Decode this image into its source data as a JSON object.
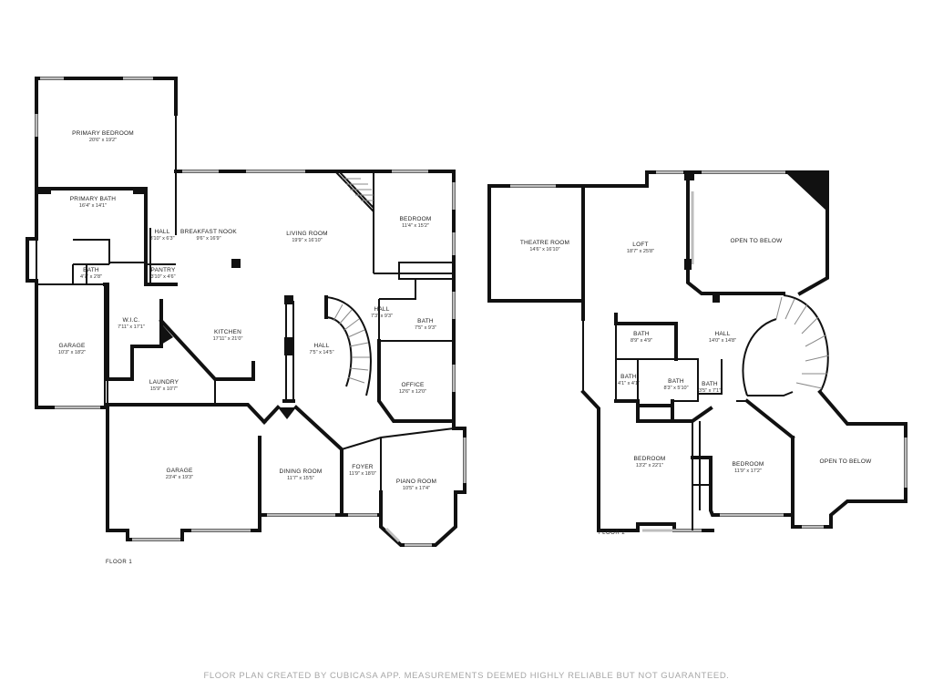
{
  "floors": [
    {
      "label": "FLOOR 1"
    },
    {
      "label": "FLOOR 2"
    }
  ],
  "rooms": [
    {
      "id": "primary-bedroom",
      "name": "PRIMARY BEDROOM",
      "dim": "20'6\" x 19'2\""
    },
    {
      "id": "primary-bath",
      "name": "PRIMARY BATH",
      "dim": "16'4\" x 14'1\""
    },
    {
      "id": "hall-1",
      "name": "HALL",
      "dim": "3'10\" x 6'3\""
    },
    {
      "id": "breakfast-nook",
      "name": "BREAKFAST NOOK",
      "dim": "9'6\" x 16'9\""
    },
    {
      "id": "living-room",
      "name": "LIVING ROOM",
      "dim": "19'9\" x 16'10\""
    },
    {
      "id": "bedroom-1",
      "name": "BEDROOM",
      "dim": "11'4\" x 15'2\""
    },
    {
      "id": "bath-1",
      "name": "BATH",
      "dim": "4'7\" x 2'8\""
    },
    {
      "id": "pantry",
      "name": "PANTRY",
      "dim": "3'10\" x 4'6\""
    },
    {
      "id": "wic",
      "name": "W.I.C.",
      "dim": "7'11\" x 17'1\""
    },
    {
      "id": "garage-1",
      "name": "GARAGE",
      "dim": "10'3\" x 18'2\""
    },
    {
      "id": "kitchen",
      "name": "KITCHEN",
      "dim": "17'11\" x 21'0\""
    },
    {
      "id": "hall-2",
      "name": "HALL",
      "dim": "7'3\" x 9'3\""
    },
    {
      "id": "bath-2",
      "name": "BATH",
      "dim": "7'5\" x 9'3\""
    },
    {
      "id": "hall-3",
      "name": "HALL",
      "dim": "7'5\" x 14'5\""
    },
    {
      "id": "laundry",
      "name": "LAUNDRY",
      "dim": "15'9\" x 10'7\""
    },
    {
      "id": "office",
      "name": "OFFICE",
      "dim": "12'6\" x 12'0\""
    },
    {
      "id": "garage-2",
      "name": "GARAGE",
      "dim": "23'4\" x 19'3\""
    },
    {
      "id": "dining-room",
      "name": "DINING ROOM",
      "dim": "11'7\" x 15'5\""
    },
    {
      "id": "foyer",
      "name": "FOYER",
      "dim": "11'9\" x 18'0\""
    },
    {
      "id": "piano-room",
      "name": "PIANO ROOM",
      "dim": "10'5\" x 17'4\""
    },
    {
      "id": "theatre-room",
      "name": "THEATRE ROOM",
      "dim": "14'6\" x 16'10\""
    },
    {
      "id": "loft",
      "name": "LOFT",
      "dim": "18'7\" x 25'8\""
    },
    {
      "id": "open-to-below-1",
      "name": "OPEN TO BELOW",
      "dim": ""
    },
    {
      "id": "bath-3",
      "name": "BATH",
      "dim": "8'9\" x 4'9\""
    },
    {
      "id": "hall-4",
      "name": "HALL",
      "dim": "14'0\" x 14'8\""
    },
    {
      "id": "bath-4",
      "name": "BATH",
      "dim": "4'1\" x 4'1\""
    },
    {
      "id": "bath-5",
      "name": "BATH",
      "dim": "8'3\" x 5'10\""
    },
    {
      "id": "bath-6",
      "name": "BATH",
      "dim": "3'5\" x 7'1\""
    },
    {
      "id": "bedroom-2",
      "name": "BEDROOM",
      "dim": "13'2\" x 22'1\""
    },
    {
      "id": "bedroom-3",
      "name": "BEDROOM",
      "dim": "11'9\" x 17'2\""
    },
    {
      "id": "open-to-below-2",
      "name": "OPEN TO BELOW",
      "dim": ""
    }
  ],
  "footer": "FLOOR PLAN CREATED BY CUBICASA APP. MEASUREMENTS DEEMED HIGHLY RELIABLE BUT NOT GUARANTEED."
}
